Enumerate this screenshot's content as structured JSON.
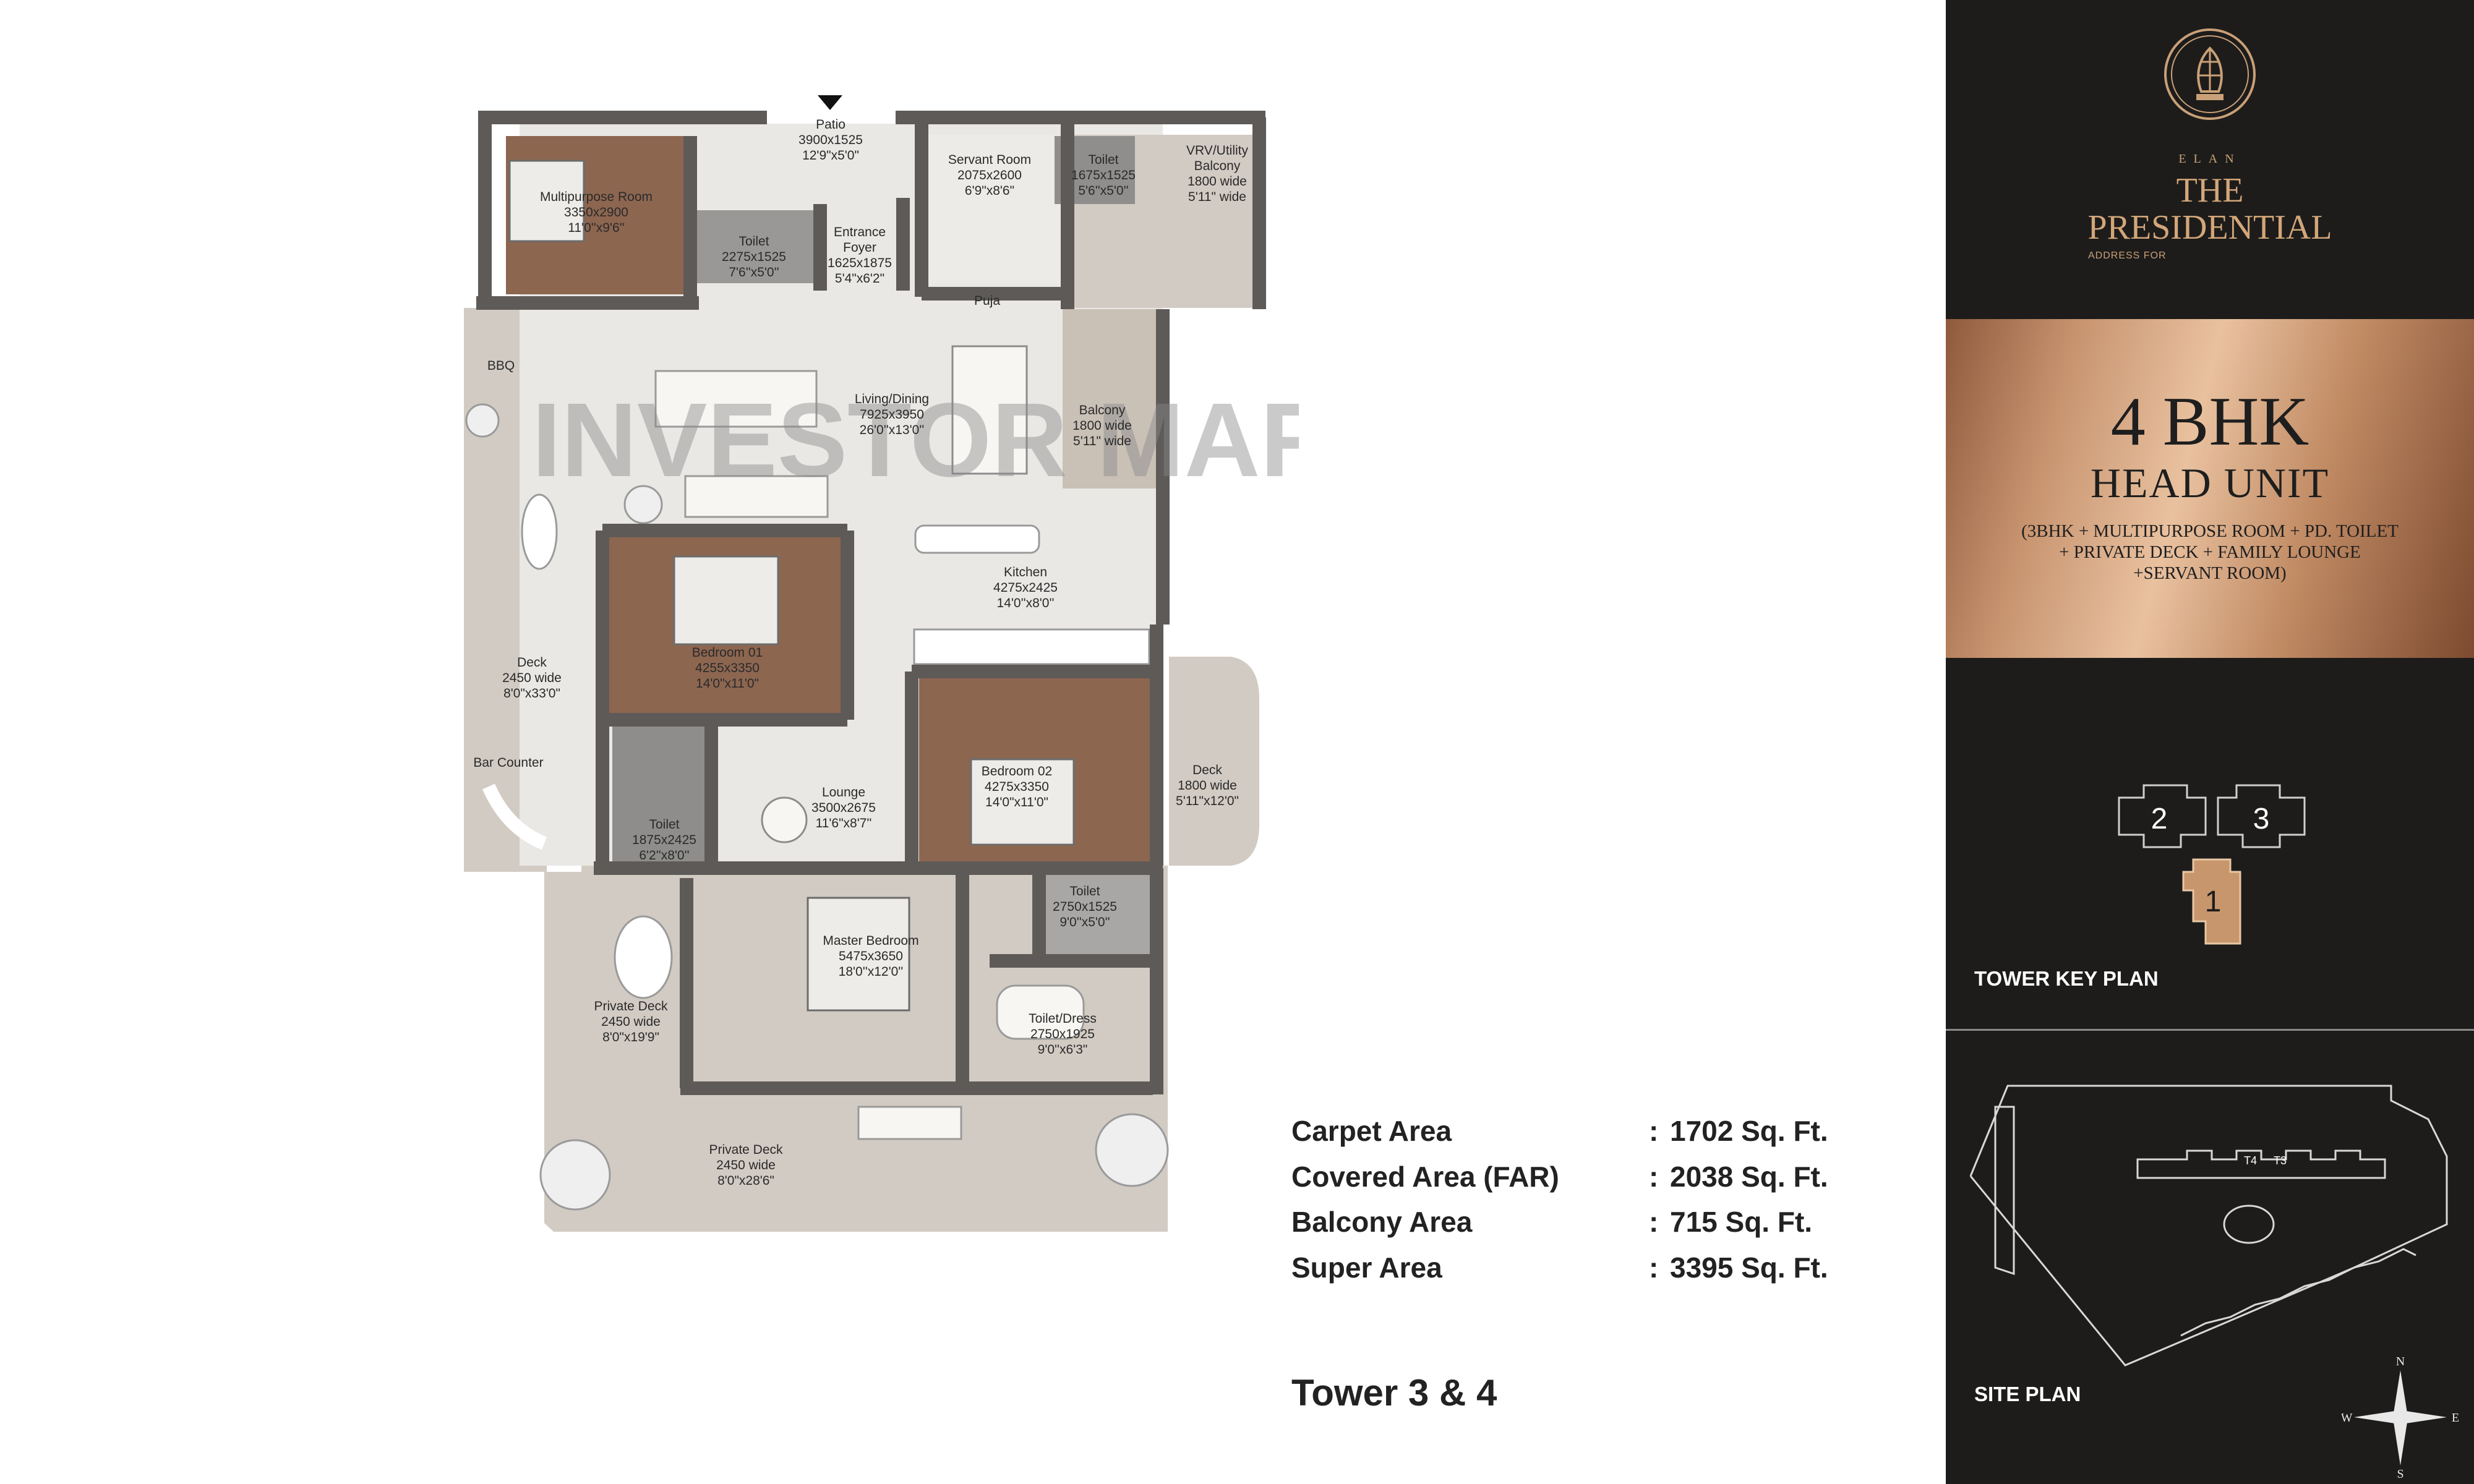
{
  "floor_plan": {
    "watermark": "INVESTOR MART",
    "rooms": {
      "patio": [
        "Patio",
        "3900x1525",
        "12'9\"x5'0\""
      ],
      "multipurpose": [
        "Multipurpose Room",
        "3350x2900",
        "11'0''x9'6''"
      ],
      "toilet_top": [
        "Toilet",
        "2275x1525",
        "7'6''x5'0''"
      ],
      "foyer": [
        "Entrance",
        "Foyer",
        "1625x1875",
        "5'4\"x6'2\""
      ],
      "servant": [
        "Servant Room",
        "2075x2600",
        "6'9\"x8'6\""
      ],
      "toilet_servant": [
        "Toilet",
        "1675x1525",
        "5'6''x5'0''"
      ],
      "vrv": [
        "VRV/Utility",
        "Balcony",
        "1800 wide",
        "5'11\" wide"
      ],
      "puja": [
        "Puja"
      ],
      "bbq": [
        "BBQ"
      ],
      "living": [
        "Living/Dining",
        "7925x3950",
        "26'0''x13'0''"
      ],
      "balcony": [
        "Balcony",
        "1800 wide",
        "5'11\" wide"
      ],
      "kitchen": [
        "Kitchen",
        "4275x2425",
        "14'0''x8'0''"
      ],
      "bedroom1": [
        "Bedroom 01",
        "4255x3350",
        "14'0\"x11'0\""
      ],
      "deck_left": [
        "Deck",
        "2450 wide",
        "8'0\"x33'0\""
      ],
      "bar": [
        "Bar Counter"
      ],
      "lounge": [
        "Lounge",
        "3500x2675",
        "11'6\"x8'7''"
      ],
      "bedroom2": [
        "Bedroom 02",
        "4275x3350",
        "14'0\"x11'0\""
      ],
      "deck_right": [
        "Deck",
        "1800 wide",
        "5'11\"x12'0\""
      ],
      "toilet_mid": [
        "Toilet",
        "1875x2425",
        "6'2''x8'0''"
      ],
      "toilet_b2": [
        "Toilet",
        "2750x1525",
        "9'0''x5'0''"
      ],
      "master": [
        "Master Bedroom",
        "5475x3650",
        "18'0''x12'0''"
      ],
      "toilet_dress": [
        "Toilet/Dress",
        "2750x1925",
        "9'0''x6'3\""
      ],
      "private_deck1": [
        "Private Deck",
        "2450 wide",
        "8'0\"x19'9\""
      ],
      "private_deck2": [
        "Private Deck",
        "2450 wide",
        "8'0\"x28'6\""
      ]
    }
  },
  "areas": [
    {
      "label": "Carpet Area",
      "value": "1702 Sq. Ft."
    },
    {
      "label": "Covered Area (FAR)",
      "value": "2038 Sq. Ft."
    },
    {
      "label": "Balcony Area",
      "value": "715 Sq. Ft."
    },
    {
      "label": "Super Area",
      "value": "3395 Sq. Ft."
    }
  ],
  "colon": ":",
  "tower_text": "Tower 3 & 4",
  "brand": {
    "elan": "ELAN",
    "title_line1": "THE",
    "title_line2": "PRESIDENTIAL",
    "tagline": "ADDRESS FOR"
  },
  "unit": {
    "type": "4 BHK",
    "subtitle": "HEAD UNIT",
    "desc_line1": "(3BHK + MULTIPURPOSE ROOM + PD. TOILET",
    "desc_line2": "+ PRIVATE DECK + FAMILY LOUNGE",
    "desc_line3": "+SERVANT ROOM)"
  },
  "tower_key_plan": {
    "label": "TOWER KEY PLAN",
    "towers": [
      "2",
      "3",
      "1"
    ],
    "highlighted": "1"
  },
  "site_plan": {
    "label": "SITE PLAN",
    "tower_tags": [
      "T4",
      "T3"
    ],
    "compass": [
      "N",
      "S",
      "E",
      "W"
    ]
  },
  "colors": {
    "wall": "#5e5a57",
    "floor": "#e9e8e5",
    "wood": "#8d6650",
    "deck": "#cfc7bf",
    "panel": "#1d1c1b",
    "gold": "#d2a679"
  }
}
